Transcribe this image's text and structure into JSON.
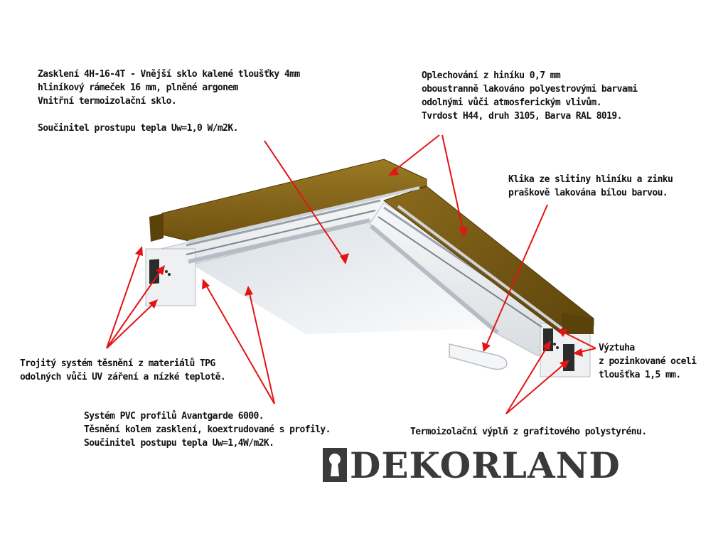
{
  "annotations": {
    "glazing": {
      "lines": [
        "Zasklení 4H-16-4T - Vnější sklo kalené tloušťky 4mm",
        "hliníkový rámeček 16 mm, plněné argonem",
        "Vnitřní termoizolační sklo.",
        "",
        "Součinitel prostupu tepla Uw=1,0 W/m2K."
      ]
    },
    "cladding": {
      "lines": [
        "Oplechování z hiníku 0,7 mm",
        "oboustranně lakováno polyestrovými barvami",
        "odolnými vůči atmosferickým vlivům.",
        "Tvrdost H44, druh 3105, Barva RAL 8019."
      ]
    },
    "handle": {
      "lines": [
        "Klika ze slitiny hliníku a zinku",
        "praškově lakována bílou barvou."
      ]
    },
    "seals": {
      "lines": [
        "Trojitý systém těsnění z materiálů TPG",
        "odolných vůči UV záření a nízké teplotě."
      ]
    },
    "reinforcement": {
      "lines": [
        "Výztuha",
        "z pozinkované oceli",
        "tloušťka 1,5 mm."
      ]
    },
    "profiles": {
      "lines": [
        "Systém PVC profilů Avantgarde 6000.",
        "Těsnění kolem zasklení, koextrudované s profily.",
        "Součinitel postupu tepla Uw=1,4W/m2K."
      ]
    },
    "insulation": {
      "lines": [
        "Termoizolační výplň z grafitového polystyrénu."
      ]
    }
  },
  "logo": {
    "text": "DEKORLAND",
    "icon": "keyhole-icon"
  },
  "colors": {
    "arrow": "#e31414",
    "cladding": "#7a5a12",
    "cladding_light": "#9a7a24",
    "pvc": "#eceef0",
    "glass": "#c9d3dc",
    "logo": "#3a3a3a",
    "insulation": "#2b2b2b"
  }
}
